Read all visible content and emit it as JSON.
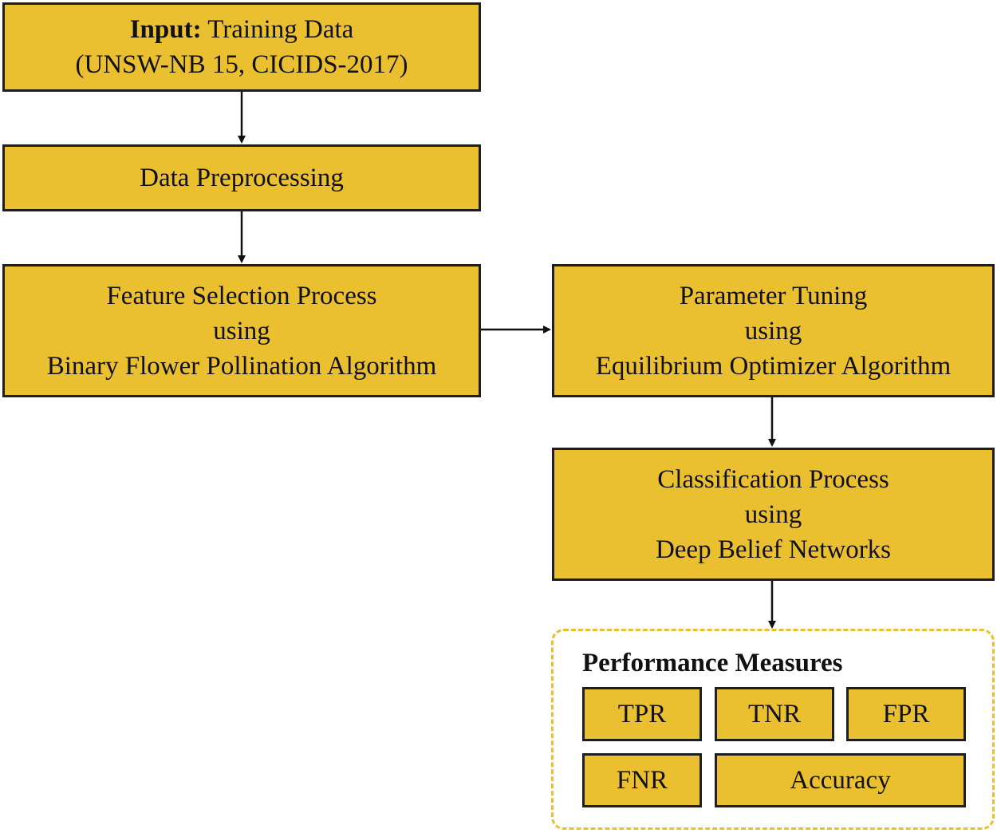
{
  "input": {
    "bold_label": "Input:",
    "label": " Training Data",
    "datasets": "(UNSW-NB 15, CICIDS-2017)"
  },
  "preprocessing": {
    "label": "Data Preprocessing"
  },
  "feature_selection": {
    "line1": "Feature Selection Process",
    "line2": "using",
    "line3": "Binary Flower Pollination Algorithm"
  },
  "parameter_tuning": {
    "line1": "Parameter Tuning",
    "line2": "using",
    "line3": "Equilibrium Optimizer Algorithm"
  },
  "classification": {
    "line1": "Classification Process",
    "line2": "using",
    "line3": "Deep Belief Networks"
  },
  "performance": {
    "title": "Performance Measures",
    "metrics": [
      "TPR",
      "TNR",
      "FPR",
      "FNR",
      "Accuracy"
    ]
  },
  "colors": {
    "box_fill": "#EAC031",
    "box_border": "#1e1e1e",
    "dashed_border": "#EAC031",
    "arrow": "#111111"
  }
}
